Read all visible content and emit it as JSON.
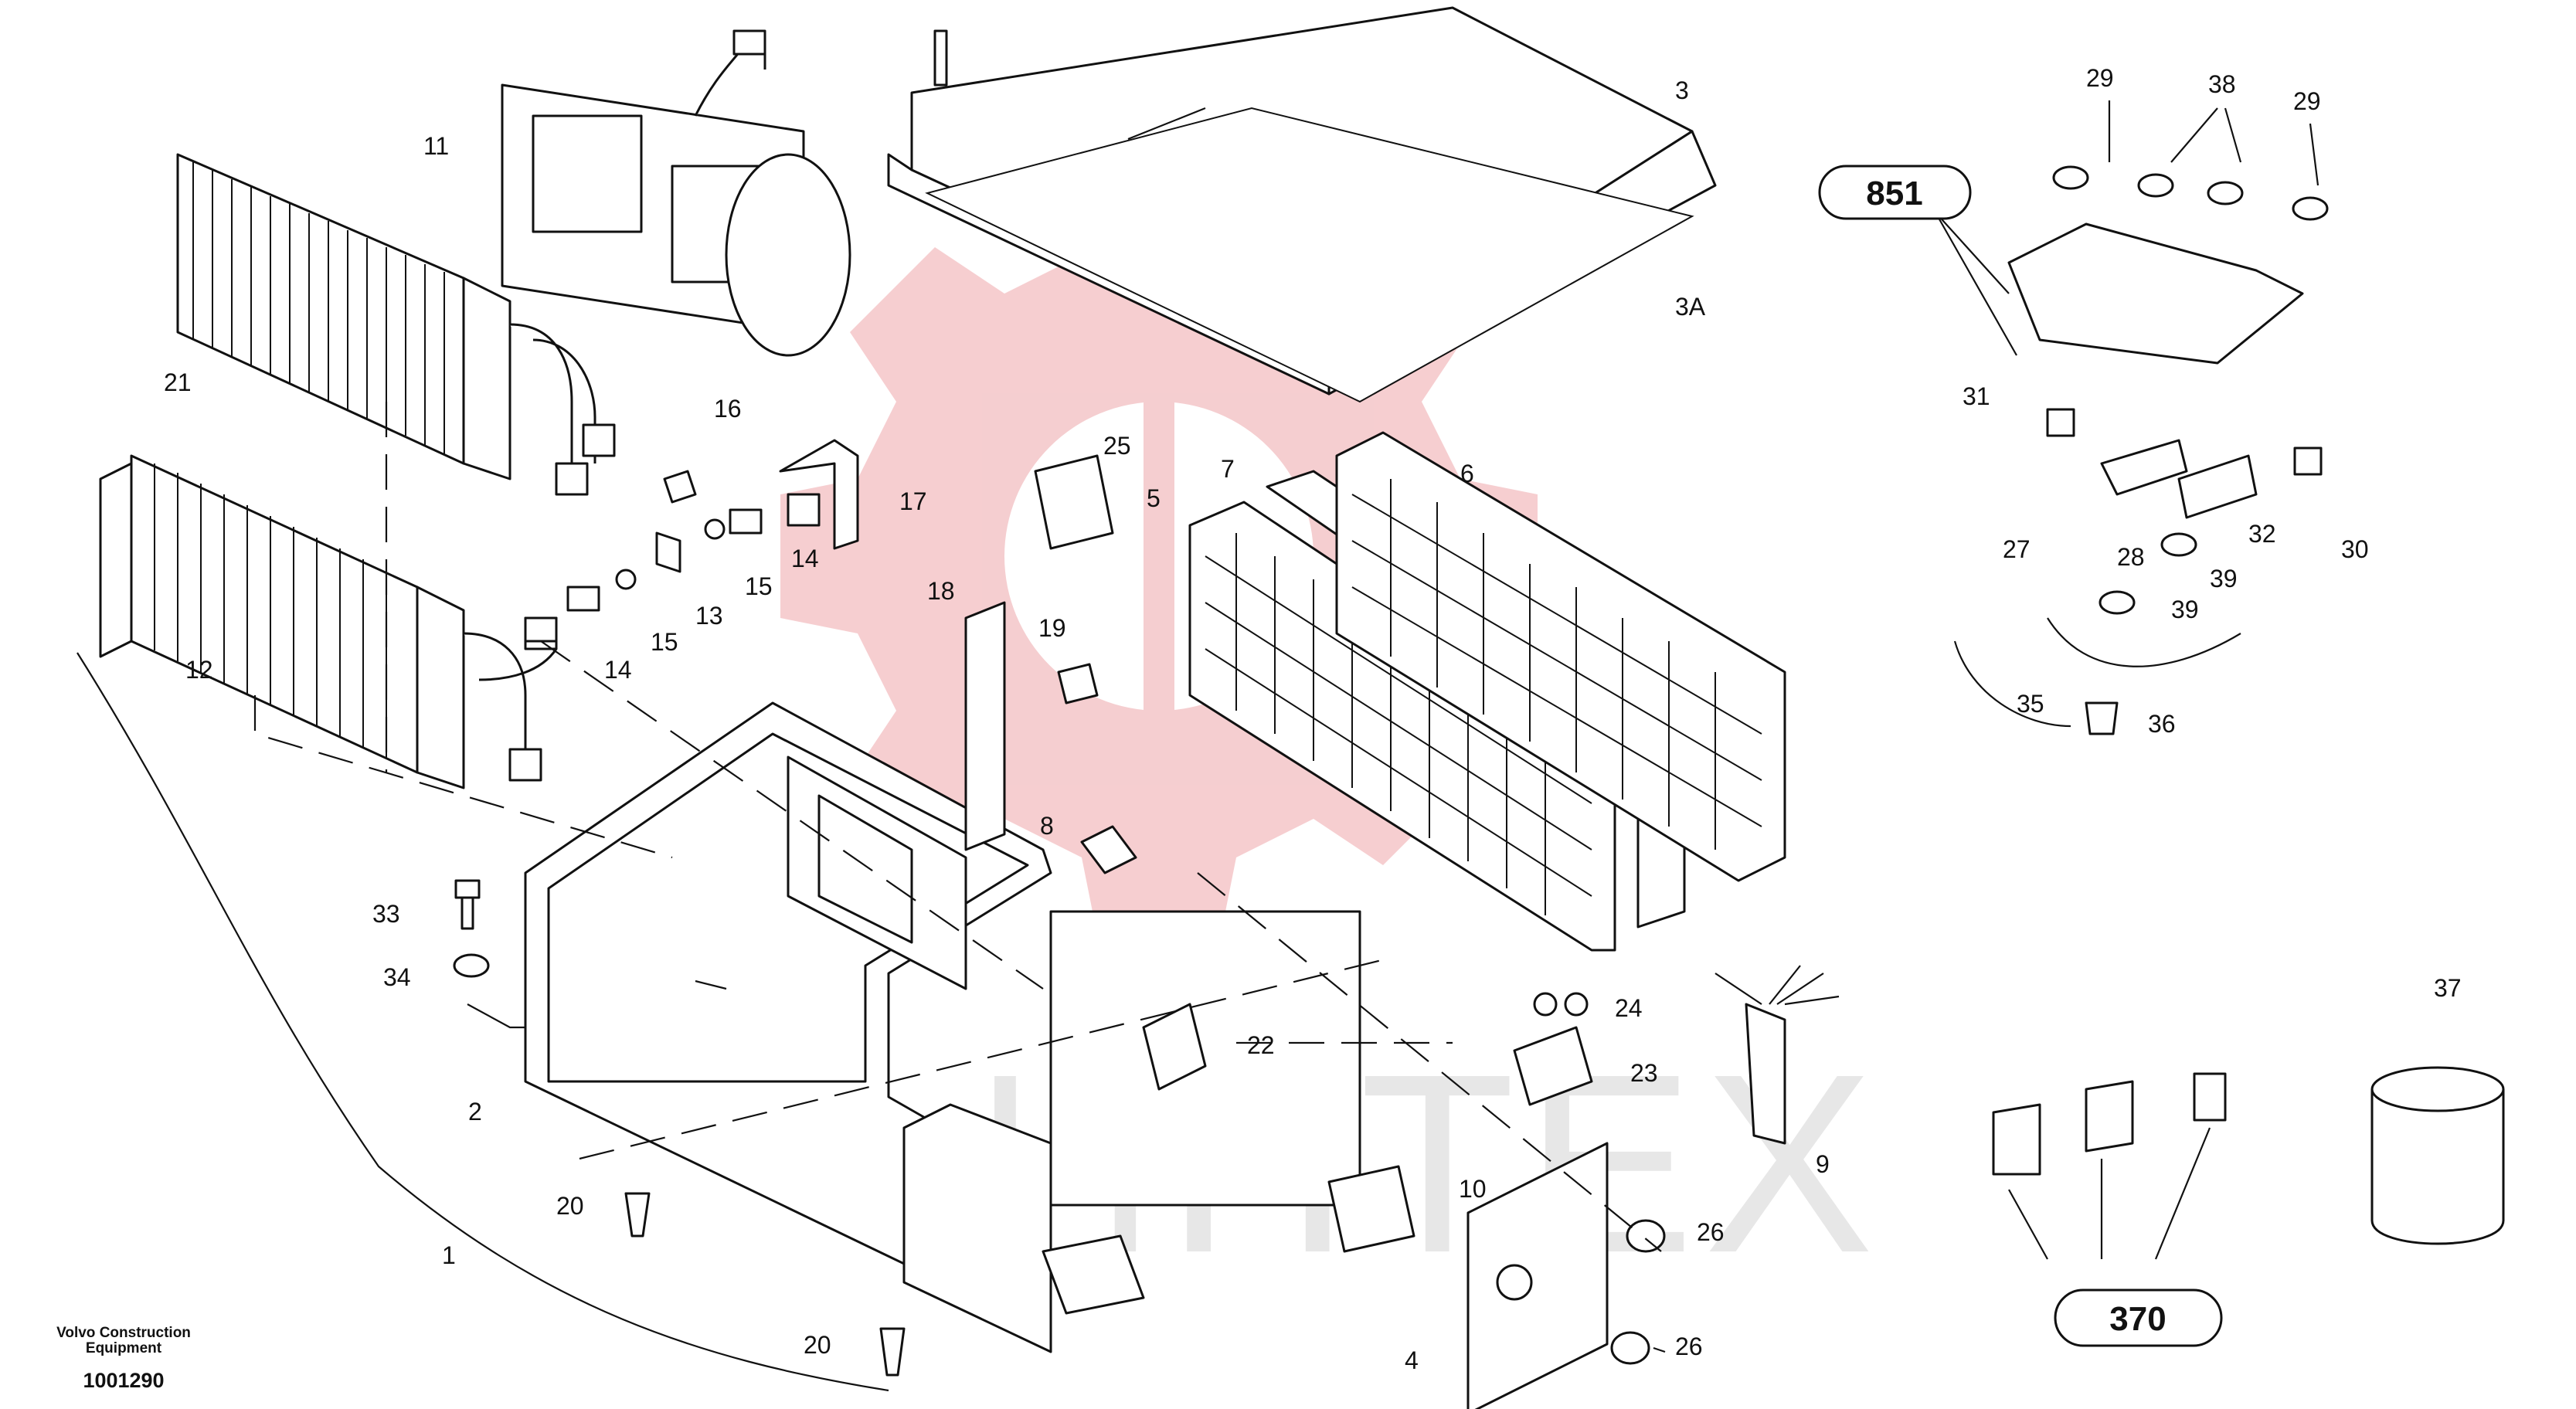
{
  "diagram": {
    "callouts": [
      "1",
      "2",
      "3",
      "3A",
      "4",
      "5",
      "6",
      "7",
      "8",
      "9",
      "10",
      "11",
      "12",
      "13",
      "14",
      "14",
      "15",
      "15",
      "16",
      "17",
      "18",
      "19",
      "20",
      "20",
      "21",
      "22",
      "23",
      "24",
      "25",
      "26",
      "26",
      "27",
      "28",
      "29",
      "29",
      "30",
      "31",
      "32",
      "33",
      "34",
      "35",
      "36",
      "37",
      "38",
      "39",
      "39"
    ],
    "groups": [
      "851",
      "370"
    ],
    "watermark_letters": "ИНТЕХ",
    "watermark_color": "#f4c6c8",
    "line_color": "#111111"
  },
  "footer": {
    "maker": "Volvo Construction Equipment",
    "code": "1001290"
  }
}
